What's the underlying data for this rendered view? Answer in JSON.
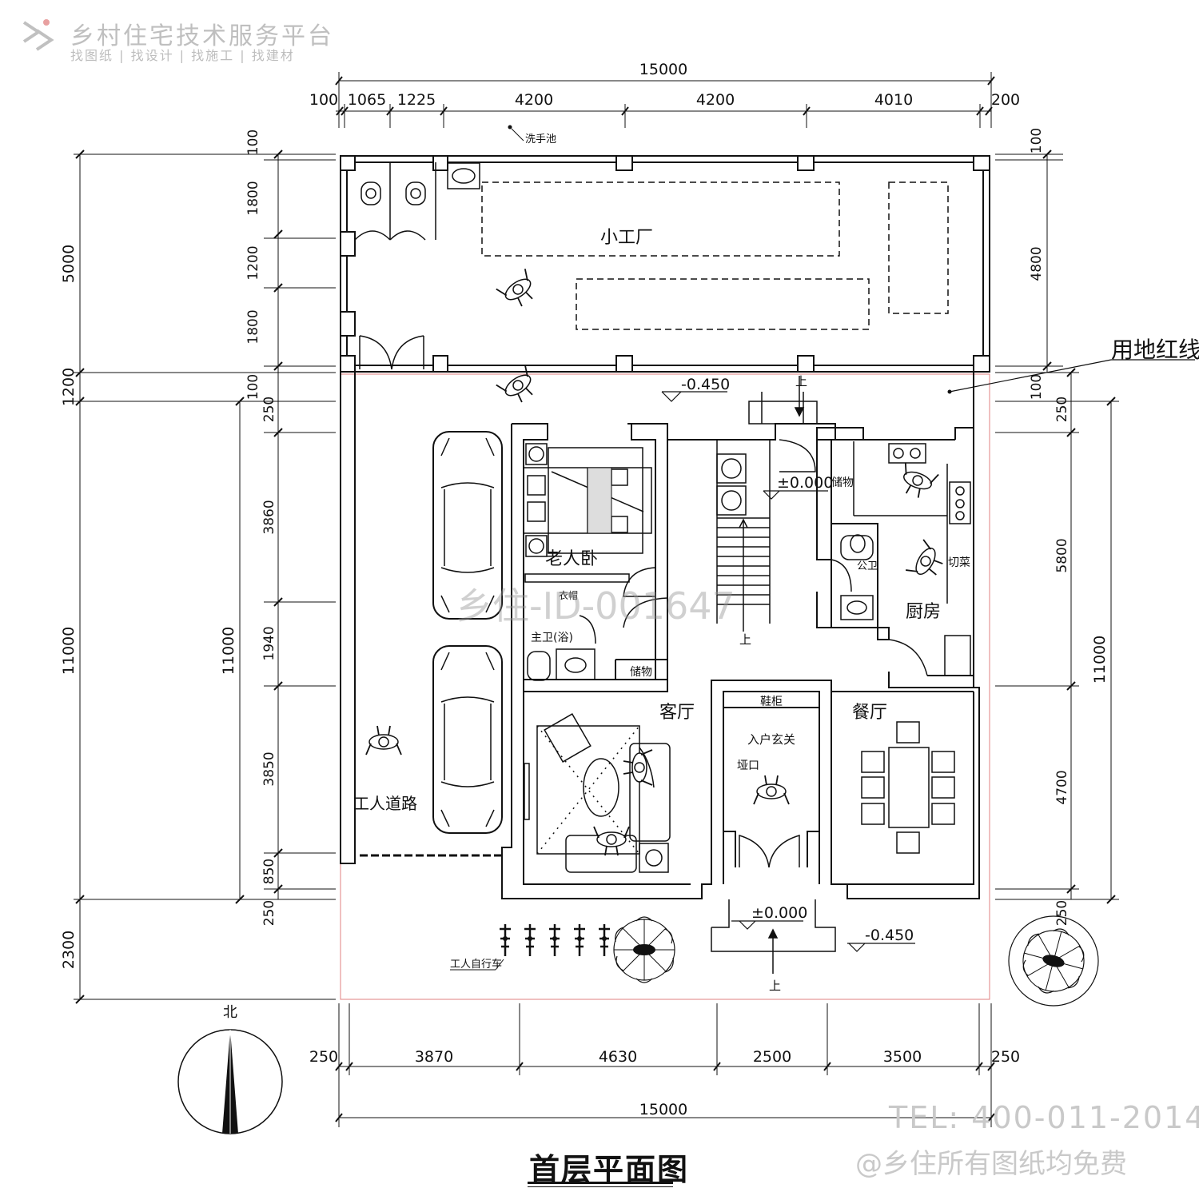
{
  "brand": {
    "title": "乡村住宅技术服务平台",
    "subtitle": "找图纸 | 找设计 | 找施工 | 找建材"
  },
  "dimensions": {
    "top_total": "15000",
    "top_segments": [
      "100",
      "1065",
      "1225",
      "4200",
      "4200",
      "4010",
      "200"
    ],
    "bottom_total": "15000",
    "bottom_segments": [
      "250",
      "3870",
      "4630",
      "2500",
      "3500",
      "250"
    ],
    "left_outer": [
      "5000",
      "1200",
      "11000",
      "2300"
    ],
    "left_inner": [
      "100",
      "1800",
      "1200",
      "1800",
      "100",
      "250",
      "3860",
      "1940",
      "3850",
      "850",
      "250"
    ],
    "left_mid": "11000",
    "right_outer": [
      "100",
      "4800",
      "100",
      "250",
      "5800",
      "4700",
      "250"
    ],
    "right_total": "11000"
  },
  "rooms": {
    "workshop": "小工厂",
    "elder_bedroom": "老人卧",
    "master_bath": "主卫(浴)",
    "closet": "衣帽",
    "storage_a": "储物",
    "storage_b": "储物",
    "public_wc": "公卫",
    "kitchen": "厨房",
    "chopping": "切菜",
    "living": "客厅",
    "shoe_cabinet": "鞋柜",
    "foyer": "入户玄关",
    "entry_opening": "垭口",
    "dining": "餐厅",
    "worker_road": "工人道路",
    "wash_basin": "洗手池",
    "worker_bikes": "工人自行车"
  },
  "annotations": {
    "property_line": "用地红线",
    "level_yard_upper": "-0.450",
    "level_stair": "±0.000",
    "level_entry": "±0.000",
    "level_yard_lower": "-0.450",
    "stair_up": "上",
    "up_marks": [
      "上",
      "上",
      "上"
    ],
    "north": "北"
  },
  "sheet_title": "首层平面图",
  "watermarks": {
    "tel": "TEL: 400-011-2014",
    "free": "@乡住所有图纸均免费",
    "id": "乡住-ID-001647"
  },
  "colors": {
    "line": "#111111",
    "property_line": "#e08080",
    "watermark": "#c9c9c9"
  }
}
